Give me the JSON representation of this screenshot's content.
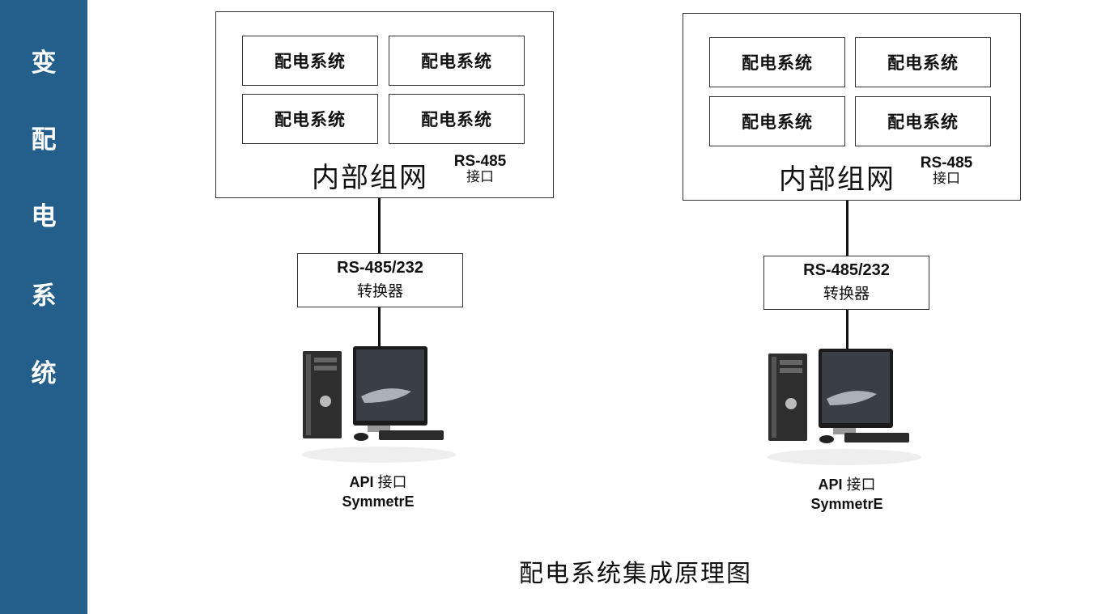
{
  "sidebar": {
    "chars": [
      "变",
      "配",
      "电",
      "系",
      "统"
    ]
  },
  "diagram": {
    "subsystems": [
      {
        "cells": [
          "配电系统",
          "配电系统",
          "配电系统",
          "配电系统"
        ],
        "network_label": "内部组网",
        "interface_en": "RS-485",
        "interface_zh": "接口",
        "converter_en": "RS-485/232",
        "converter_zh": "转换器",
        "api_prefix": "API",
        "api_zh": "接口",
        "api_name": "SymmetrE"
      },
      {
        "cells": [
          "配电系统",
          "配电系统",
          "配电系统",
          "配电系统"
        ],
        "network_label": "内部组网",
        "interface_en": "RS-485",
        "interface_zh": "接口",
        "converter_en": "RS-485/232",
        "converter_zh": "转换器",
        "api_prefix": "API",
        "api_zh": "接口",
        "api_name": "SymmetrE"
      }
    ],
    "caption": "配电系统集成原理图"
  },
  "icons": {
    "workstation": "desktop-computer-icon"
  }
}
